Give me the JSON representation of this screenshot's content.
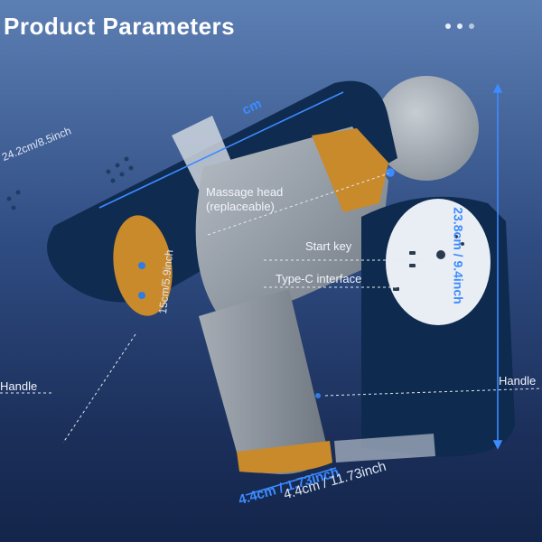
{
  "title": "Product Parameters",
  "labels": {
    "massage_head": "Massage head",
    "massage_head_note": "(replaceable)",
    "start_key": "Start key",
    "type_c": "Type-C interface",
    "handle": "Handle"
  },
  "dimensions": {
    "bottom": "4.4cm / 11.73inch",
    "bottom_repeat": "4.4cm / 1.73inch",
    "top_partial": "cm",
    "left_partial": "24.2cm/8.5inch",
    "right": "23.8cm / 9.4inch",
    "handle_length": "15cm/5.9inch"
  },
  "colors": {
    "accent": "#3d8bff",
    "body": "#9aa2ab",
    "dark": "#0e2a4e",
    "grip": "#c98a2b"
  }
}
